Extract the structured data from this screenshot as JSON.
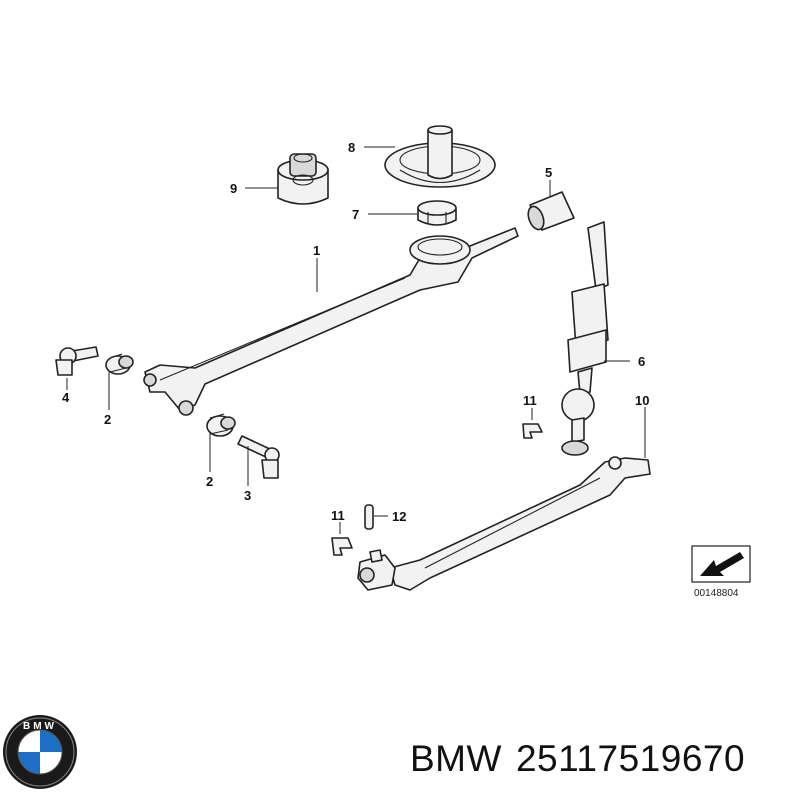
{
  "diagram": {
    "callouts": [
      {
        "id": "c8",
        "text": "8"
      },
      {
        "id": "c9",
        "text": "9"
      },
      {
        "id": "c5",
        "text": "5"
      },
      {
        "id": "c7",
        "text": "7"
      },
      {
        "id": "c1",
        "text": "1"
      },
      {
        "id": "c6",
        "text": "6"
      },
      {
        "id": "c4",
        "text": "4"
      },
      {
        "id": "c2a",
        "text": "2"
      },
      {
        "id": "c2b",
        "text": "2"
      },
      {
        "id": "c3",
        "text": "3"
      },
      {
        "id": "c11a",
        "text": "11"
      },
      {
        "id": "c10",
        "text": "10"
      },
      {
        "id": "c11b",
        "text": "11"
      },
      {
        "id": "c12",
        "text": "12"
      }
    ],
    "diagram_code": "00148804"
  },
  "footer": {
    "brand": "BMW",
    "part_number": "25117519670",
    "logo_letters": "BMW"
  }
}
